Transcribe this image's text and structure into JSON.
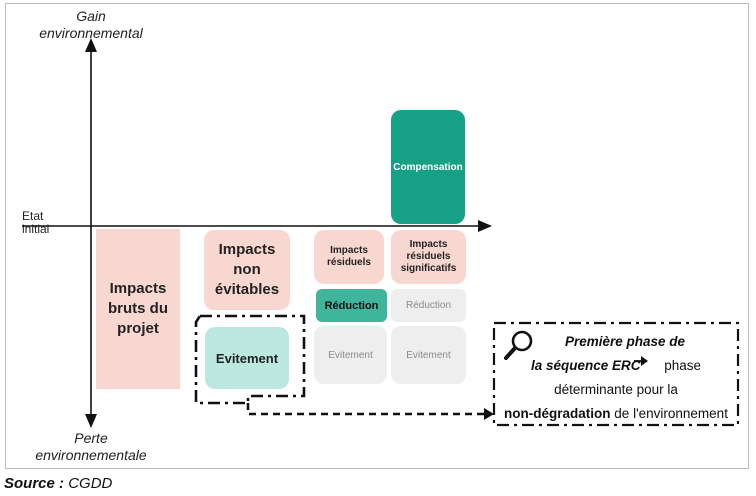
{
  "axis": {
    "top_label": "Gain environnemental",
    "bottom_label": "Perte environnementale",
    "origin_label": "Etat initial"
  },
  "boxes": {
    "impacts_bruts": "Impacts bruts du projet",
    "impacts_non_evitables": "Impacts non évitables",
    "evitement_main": "Evitement",
    "impacts_residuels": "Impacts résiduels",
    "reduction_main": "Réduction",
    "evitement_col2": "Evitement",
    "impacts_residuels_significatifs": "Impacts résiduels significatifs",
    "reduction_col3": "Réduction",
    "evitement_col3": "Evitement",
    "compensation": "Compensation"
  },
  "note": {
    "line1": "Première phase de",
    "line2": "la séquence ERC",
    "line2_rest": "phase",
    "line3": "déterminante pour la",
    "line4_bold": "non-dégradation",
    "line4_rest": "de l'environnement"
  },
  "source": {
    "label": "Source :",
    "value": "CGDD"
  },
  "colors": {
    "pink": "#f9d7d1",
    "teal": "#16a085",
    "mint": "#bde8df",
    "gray": "#eeeeee"
  }
}
